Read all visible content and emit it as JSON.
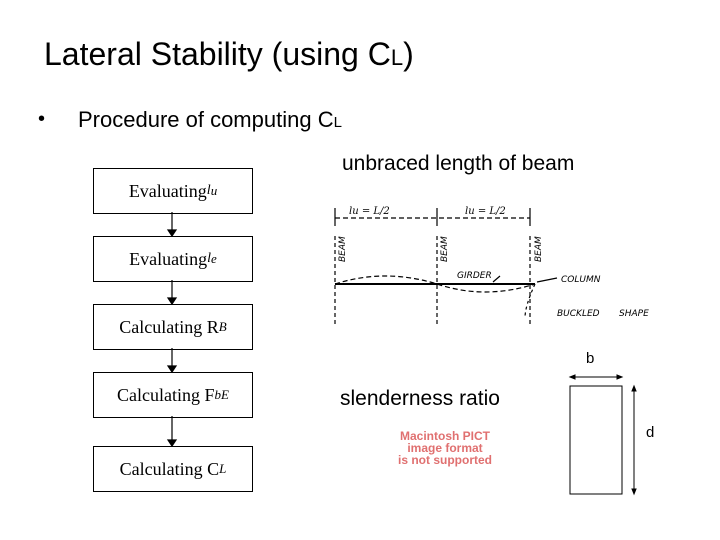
{
  "slide": {
    "title_main": "Lateral Stability (using C",
    "title_sub": "L",
    "title_end": ")",
    "bullet_symbol": "•",
    "bullet_main": "Procedure of computing C",
    "bullet_sub": "L"
  },
  "flow": {
    "steps": [
      {
        "prefix": "Evaluating ",
        "var": "l",
        "sub": "u"
      },
      {
        "prefix": "Evaluating ",
        "var": "l",
        "sub": "e"
      },
      {
        "prefix": "Calculating R",
        "var": "",
        "sub": "B"
      },
      {
        "prefix": "Calculating F",
        "var": "",
        "sub": "bE"
      },
      {
        "prefix": "Calculating C",
        "var": "",
        "sub": "L"
      }
    ]
  },
  "captions": {
    "unbraced": "unbraced length of beam",
    "slenderness": "slenderness ratio"
  },
  "beam_sketch": {
    "span1_label": "lu = L/2",
    "span2_label": "lu = L/2",
    "span1_var": "l",
    "span1_sub": "u",
    "span1_eq": "=",
    "span1_num": "L",
    "span1_den": "2",
    "beam_left": "BEAM",
    "beam_mid": "BEAM",
    "beam_right": "BEAM",
    "girder": "GIRDER",
    "column": "COLUMN",
    "buckled": "BUCKLED",
    "shape": "SHAPE"
  },
  "placeholder": {
    "line1": "Macintosh PICT",
    "line2": "image format",
    "line3": "is not supported"
  },
  "section": {
    "width_label": "b",
    "depth_label": "d"
  }
}
